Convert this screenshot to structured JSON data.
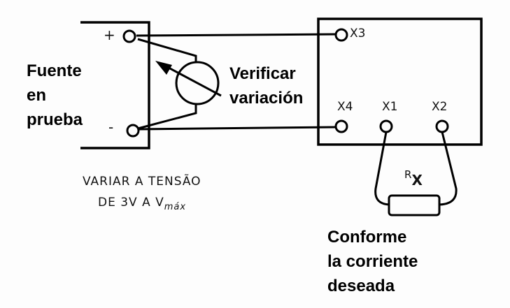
{
  "source_label": [
    "Fuente",
    "en",
    "prueba"
  ],
  "meter_label": [
    "Verificar",
    "variación"
  ],
  "polarity": {
    "plus": "+",
    "minus": "-"
  },
  "terminals": {
    "x1": "X1",
    "x2": "X2",
    "x3": "X3",
    "x4": "X4"
  },
  "resistor": {
    "label_main": "R",
    "label_sub": "X"
  },
  "note": {
    "line1": "VARIAR A TENSÃO",
    "line2": "DE 3V A V",
    "line2_sub": "máx"
  },
  "current_label": [
    "Conforme",
    "la corriente",
    "deseada"
  ]
}
